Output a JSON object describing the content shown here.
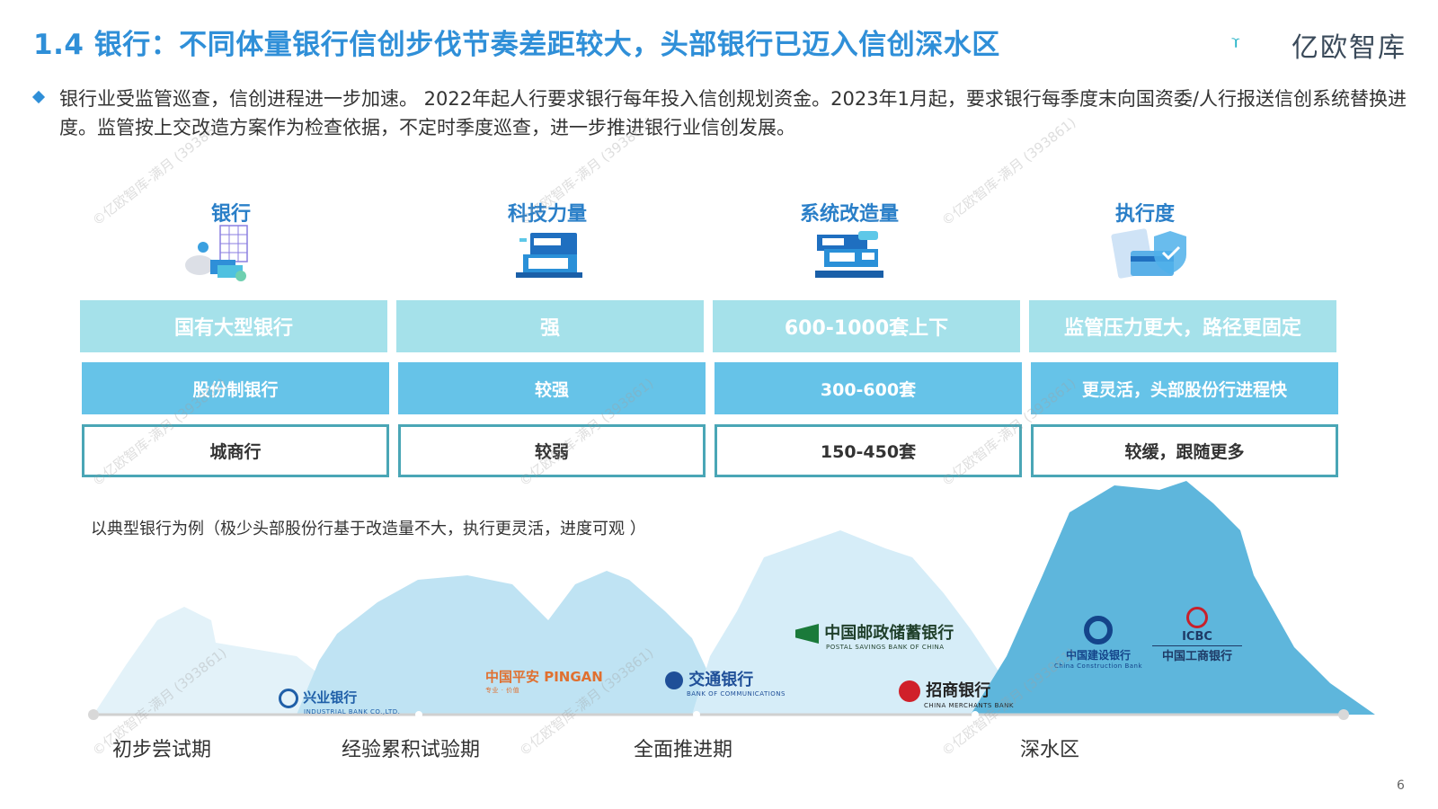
{
  "title": "1.4 银行：不同体量银行信创步伐节奏差距较大，头部银行已迈入信创深水区",
  "brand": {
    "name": "亿欧智库",
    "accent": "#2f8fd8"
  },
  "intro": "银行业受监管巡查，信创进程进一步加速。 2022年起人行要求银行每年投入信创规划资金。2023年1月起，要求银行每季度末向国资委/人行报送信创系统替换进度。监管按上交改造方案作为检查依据，不定时季度巡查，进一步推进银行业信创发展。",
  "columns": [
    {
      "header": "银行",
      "icon": "bank-piggy-icon"
    },
    {
      "header": "科技力量",
      "icon": "computer-icon"
    },
    {
      "header": "系统改造量",
      "icon": "system-icon"
    },
    {
      "header": "执行度",
      "icon": "shield-card-icon"
    }
  ],
  "rows": [
    [
      "国有大型银行",
      "强",
      "600-1000套上下",
      "监管压力更大，路径更固定"
    ],
    [
      "股份制银行",
      "较强",
      "300-600套",
      "更灵活，头部股份行进程快"
    ],
    [
      "城商行",
      "较弱",
      "150-450套",
      "较缓，跟随更多"
    ]
  ],
  "note": "以典型银行为例（极少头部股份行基于改造量不大，执行更灵活，进度可观 ）",
  "stages": [
    "初步尝试期",
    "经验累积试验期",
    "全面推进期",
    "深水区"
  ],
  "banks": {
    "xingye": {
      "name": "兴业银行",
      "sub": "INDUSTRIAL BANK CO.,LTD."
    },
    "pingan": {
      "name": "中国平安 PINGAN",
      "sub": "专业 · 价值"
    },
    "jiaotong": {
      "name": "交通银行",
      "sub": "BANK OF COMMUNICATIONS"
    },
    "youzheng": {
      "name": "中国邮政储蓄银行",
      "sub": "POSTAL SAVINGS BANK OF CHINA"
    },
    "zhaoshang": {
      "name": "招商银行",
      "sub": "CHINA MERCHANTS BANK"
    },
    "jianshe": {
      "name": "中国建设银行",
      "sub": "China Construction Bank"
    },
    "gongshang": {
      "name": "中国工商银行",
      "abbr": "ICBC"
    }
  },
  "watermark": "©亿欧智库-满月 (393861)",
  "page_number": "6",
  "colors": {
    "row1": "#a5e1ea",
    "row2": "#66c3e8",
    "row3_border": "#4aa6b6",
    "mountain": "#5eb6dc"
  }
}
